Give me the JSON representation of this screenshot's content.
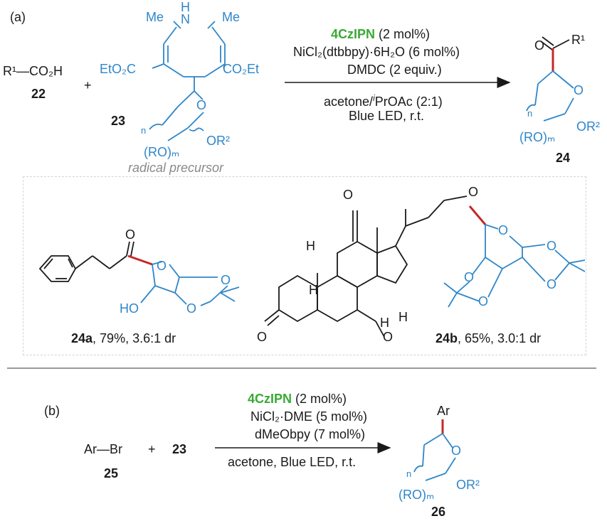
{
  "panel_a": {
    "label": "(a)",
    "acid": {
      "label": "R¹—CO₂H",
      "number": "22"
    },
    "plus": "+",
    "precursor": {
      "me_left": "Me",
      "nh": "H\nN",
      "me_right": "Me",
      "ester_left": "EtO₂C",
      "ester_right": "CO₂Et",
      "ring_o": "O",
      "n_label": "n",
      "or2": "OR²",
      "rom": "(RO)ₘ",
      "number": "23",
      "caption": "radical precursor"
    },
    "conditions": {
      "catalyst": "4CzIPN",
      "catalyst_load": " (2 mol%)",
      "nickel": "NiCl₂(dtbbpy)·6H₂O (6 mol%)",
      "additive": "DMDC (2 equiv.)",
      "solvent_pre": "acetone/",
      "solvent_i": "i",
      "solvent_post": "PrOAc (2:1)",
      "light": "Blue LED, r.t."
    },
    "product": {
      "o": "O",
      "r1": "R¹",
      "ring_o": "O",
      "n_label": "n",
      "or2": "OR²",
      "rom": "(RO)ₘ",
      "number": "24"
    }
  },
  "examples": {
    "ex24a": {
      "num": "24a",
      "detail": ", 79%, 3.6:1 dr",
      "ho": "HO",
      "o_keto": "O"
    },
    "ex24b": {
      "num": "24b",
      "detail": ", 65%, 3.0:1 dr",
      "h": "H",
      "o": "O"
    }
  },
  "panel_b": {
    "label": "(b)",
    "arbr": "Ar—Br",
    "arbr_num": "25",
    "plus": "+",
    "precursor_num": "23",
    "conditions": {
      "catalyst": "4CzIPN",
      "catalyst_load": " (2 mol%)",
      "nickel": "NiCl₂·DME (5 mol%)",
      "ligand": "dMeObpy (7 mol%)",
      "solvent": "acetone, Blue LED, r.t."
    },
    "product": {
      "ar": "Ar",
      "ring_o": "O",
      "n_label": "n",
      "or2": "OR²",
      "rom": "(RO)ₘ",
      "number": "26"
    }
  },
  "colors": {
    "blue": "#2e86c9",
    "green": "#3aa935",
    "red_bond": "#c62828"
  }
}
